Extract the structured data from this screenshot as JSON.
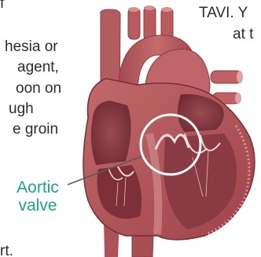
{
  "body_text": {
    "left_lines": [
      "f",
      "hesia or",
      "agent,",
      "oon on",
      "ugh",
      "e groin",
      "rt."
    ],
    "right_lines": [
      "TAVI. Y",
      "at t"
    ]
  },
  "callout": {
    "line1": "Aortic",
    "line2": "valve"
  },
  "colors": {
    "callout_text": "#1aa58a",
    "heart_muscle": "#b0565a",
    "heart_dark": "#7a2c35",
    "vessel": "#b85b5e",
    "interior": "#9a4148",
    "highlight_circle": "#ffffff"
  }
}
